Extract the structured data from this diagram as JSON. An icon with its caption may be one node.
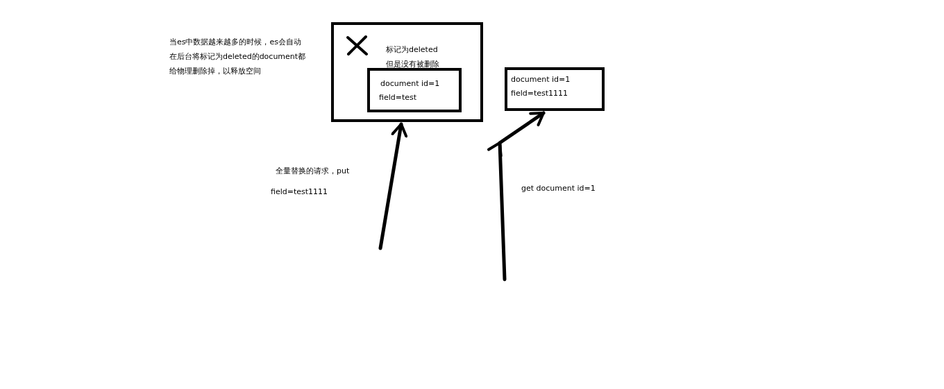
{
  "diagram": {
    "nodes": [
      {
        "text": [
          "标记为deleted但是没有被删除"
        ]
      },
      {
        "text": [
          "document id=1",
          "field=test"
        ],
        "in": 0
      },
      {
        "text": [
          "document id=1",
          "field=test1111"
        ]
      }
    ],
    "edges": [
      {
        "from": null,
        "to": 0,
        "arrow": "to"
      },
      {
        "from": null,
        "to": 2,
        "arrow": "to"
      }
    ],
    "labels": [
      "当es中数据越来越多的时候，es会自动在后台将标记为deleted的document都给物理删除掉，以释放空间",
      "全量替换的请求，put",
      "field=test1111",
      "get document id=1"
    ]
  }
}
